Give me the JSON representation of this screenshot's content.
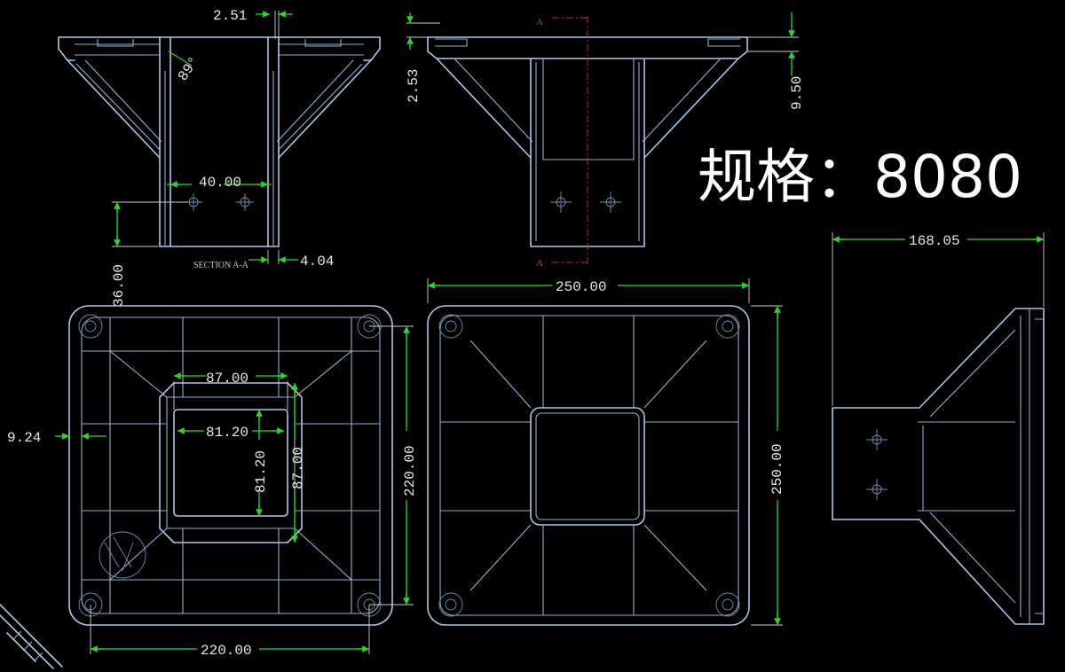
{
  "spec_label": "规格：8080",
  "section_label": "SECTION A-A",
  "section_marker": "A",
  "angle_label": "89°",
  "dimensions": {
    "d_2_51": "2.51",
    "d_40_00": "40.00",
    "d_4_04": "4.04",
    "d_36_00": "36.00",
    "d_2_53": "2.53",
    "d_9_50": "9.50",
    "d_168_05": "168.05",
    "d_250_top": "250.00",
    "d_250_side": "250.00",
    "d_87_h": "87.00",
    "d_81_20_h": "81.20",
    "d_81_20_v": "81.20",
    "d_87_v": "87.00",
    "d_9_24": "9.24",
    "d_220_v": "220.00",
    "d_220_h": "220.00"
  },
  "colors": {
    "background": "#000000",
    "outline": "#a9c7e6",
    "dimension_line": "#2fd52f",
    "center_line": "#c93030",
    "text": "#e6e6e6"
  }
}
